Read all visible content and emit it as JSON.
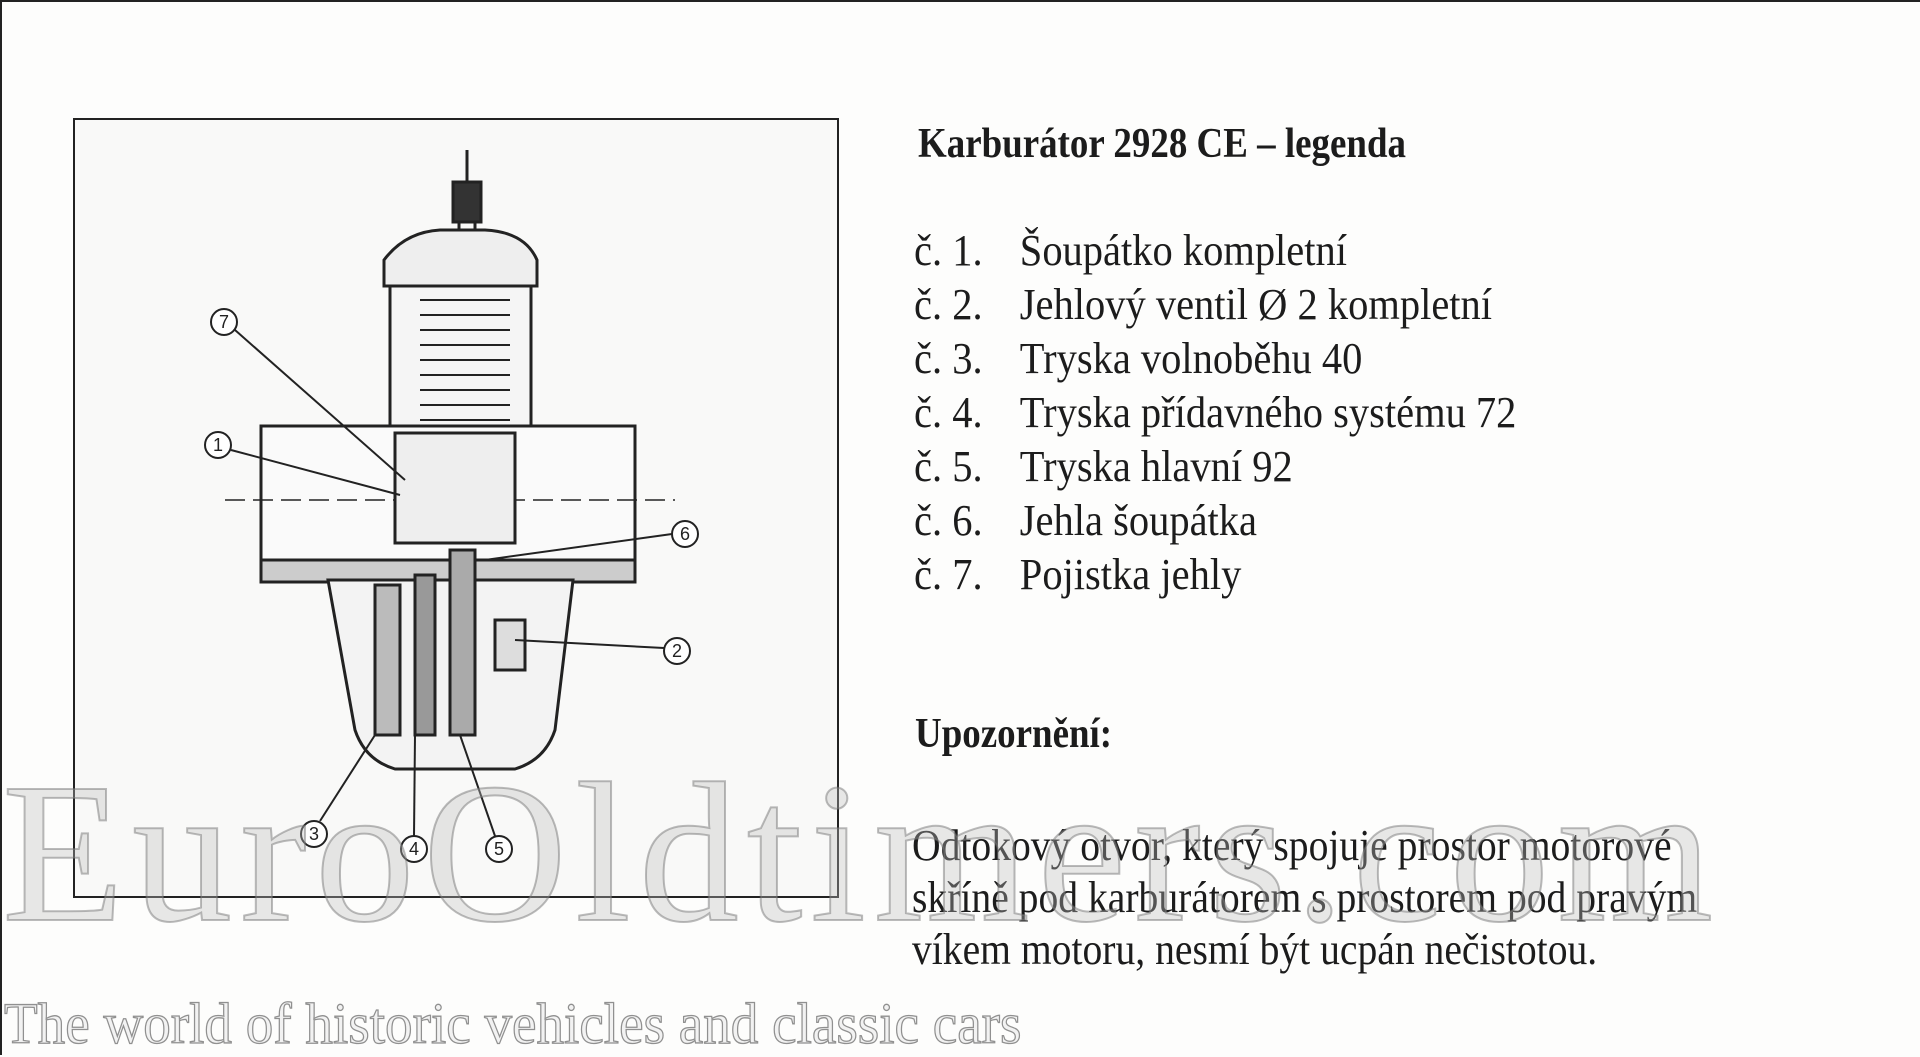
{
  "title": "Karburátor 2928 CE – legenda",
  "legend": [
    {
      "num": "č. 1.",
      "text": "Šoupátko kompletní"
    },
    {
      "num": "č. 2.",
      "text": "Jehlový ventil Ø 2 kompletní"
    },
    {
      "num": "č. 3.",
      "text": "Tryska volnoběhu 40"
    },
    {
      "num": "č. 4.",
      "text": "Tryska přídavného systému 72"
    },
    {
      "num": "č. 5.",
      "text": "Tryska hlavní 92"
    },
    {
      "num": "č. 6.",
      "text": "Jehla šoupátka"
    },
    {
      "num": "č. 7.",
      "text": "Pojistka jehly"
    }
  ],
  "warning": {
    "heading": "Upozornění:",
    "lines": [
      "Odtokový otvor, který spojuje prostor motorové",
      "skříně pod karburátorem s prostorem pod pravým",
      "víkem motoru, nesmí být ucpán nečistotou."
    ]
  },
  "figure": {
    "callouts": [
      "1",
      "2",
      "3",
      "4",
      "5",
      "6",
      "7"
    ]
  },
  "watermark": {
    "logo": "EuroOldtimers.com",
    "tagline": "The world of historic vehicles and classic cars"
  }
}
